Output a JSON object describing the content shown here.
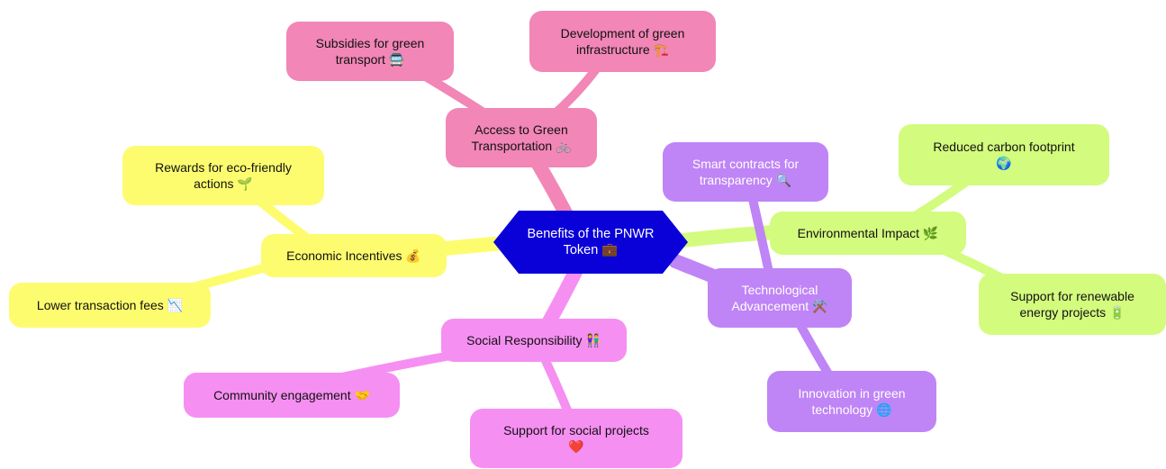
{
  "colors": {
    "center": "#0a00d8",
    "transport": "#f286b6",
    "economic": "#fdfc6f",
    "environment": "#d3fb7e",
    "technology": "#bf84f6",
    "social": "#f68ff2"
  },
  "center": {
    "label": "Benefits of the PNWR\nToken 💼"
  },
  "branches": {
    "transport": {
      "label": "Access to Green\nTransportation 🚲",
      "children": [
        {
          "label": "Subsidies for green\ntransport 🚍"
        },
        {
          "label": "Development of green\ninfrastructure 🏗️"
        }
      ]
    },
    "economic": {
      "label": "Economic Incentives 💰",
      "children": [
        {
          "label": "Rewards for eco-friendly\nactions 🌱"
        },
        {
          "label": "Lower transaction fees 📉"
        }
      ]
    },
    "environment": {
      "label": "Environmental Impact 🌿",
      "children": [
        {
          "label": "Reduced carbon footprint\n🌍"
        },
        {
          "label": "Support for renewable\nenergy projects 🔋"
        }
      ]
    },
    "technology": {
      "label": "Technological\nAdvancement ⚒️",
      "children": [
        {
          "label": "Smart contracts for\ntransparency 🔍"
        },
        {
          "label": "Innovation in green\ntechnology 🌐"
        }
      ]
    },
    "social": {
      "label": "Social Responsibility 👫",
      "children": [
        {
          "label": "Community engagement 🤝"
        },
        {
          "label": "Support for social projects\n❤️"
        }
      ]
    }
  }
}
